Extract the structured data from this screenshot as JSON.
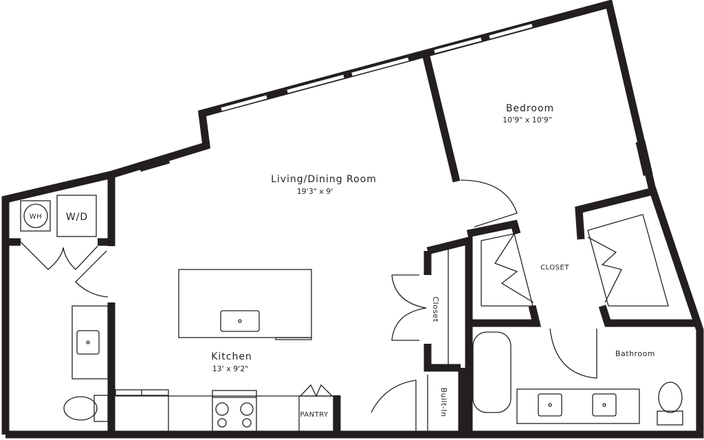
{
  "title": "1 Bedroom Floor Plan",
  "rooms": {
    "bedroom": {
      "name": "Bedroom",
      "dims": "10'9\" x 10'9\""
    },
    "living": {
      "name": "Living/Dining Room",
      "dims": "19'3\" x 9'"
    },
    "kitchen": {
      "name": "Kitchen",
      "dims": "13' x 9'2\""
    },
    "walkin_closet": {
      "name": "CLOSET"
    },
    "bathroom": {
      "name": "Bathroom"
    },
    "closet": {
      "name": "Closet"
    },
    "built_in": {
      "name": "Built-In"
    }
  },
  "fixtures": {
    "water_heater": "WH",
    "washer_dryer": "W/D",
    "pantry": "PANTRY"
  },
  "colors": {
    "wall": "#231f20",
    "background": "#ffffff"
  }
}
